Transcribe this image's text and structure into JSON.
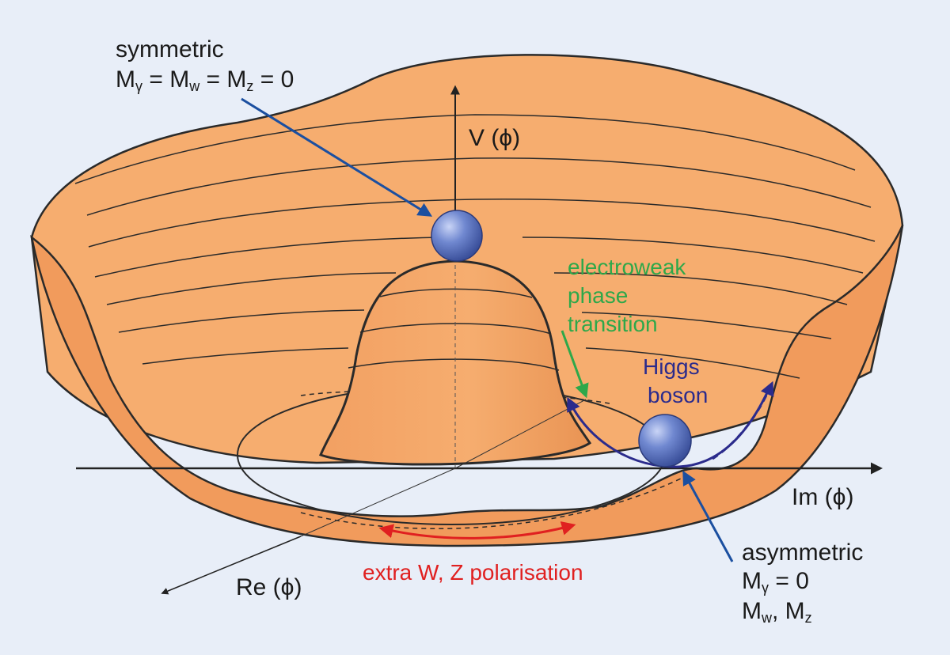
{
  "labels": {
    "symmetric_title": "symmetric",
    "symmetric_mass_parts": [
      "M",
      "γ",
      " = M",
      "w",
      " = M",
      "z",
      " = 0"
    ],
    "v_axis": "V (ϕ)",
    "im_axis": "Im (ϕ)",
    "re_axis": "Re (ϕ)",
    "electroweak_lines": [
      "electroweak",
      "phase",
      "transition"
    ],
    "higgs_lines": [
      "Higgs",
      "boson"
    ],
    "polarisation": "extra W, Z polarisation",
    "asymmetric_title": "asymmetric",
    "asymmetric_photon_parts": [
      "M",
      "γ",
      " = 0"
    ],
    "asymmetric_wz_parts": [
      "M",
      "w",
      ", M",
      "z"
    ]
  },
  "colors": {
    "background": "#e8eef8",
    "surface": "#f5a86a",
    "surface_dark": "#ec9456",
    "outline": "#2a2a2a",
    "electroweak_text": "#2ea84a",
    "higgs_text": "#2b2b8c",
    "polarisation_text": "#e02020",
    "pointer_arrow": "#1b4fa0",
    "ball": "#6f86cf"
  },
  "icons": {
    "balls": "sphere-icon",
    "arrows": "arrow-icon"
  }
}
